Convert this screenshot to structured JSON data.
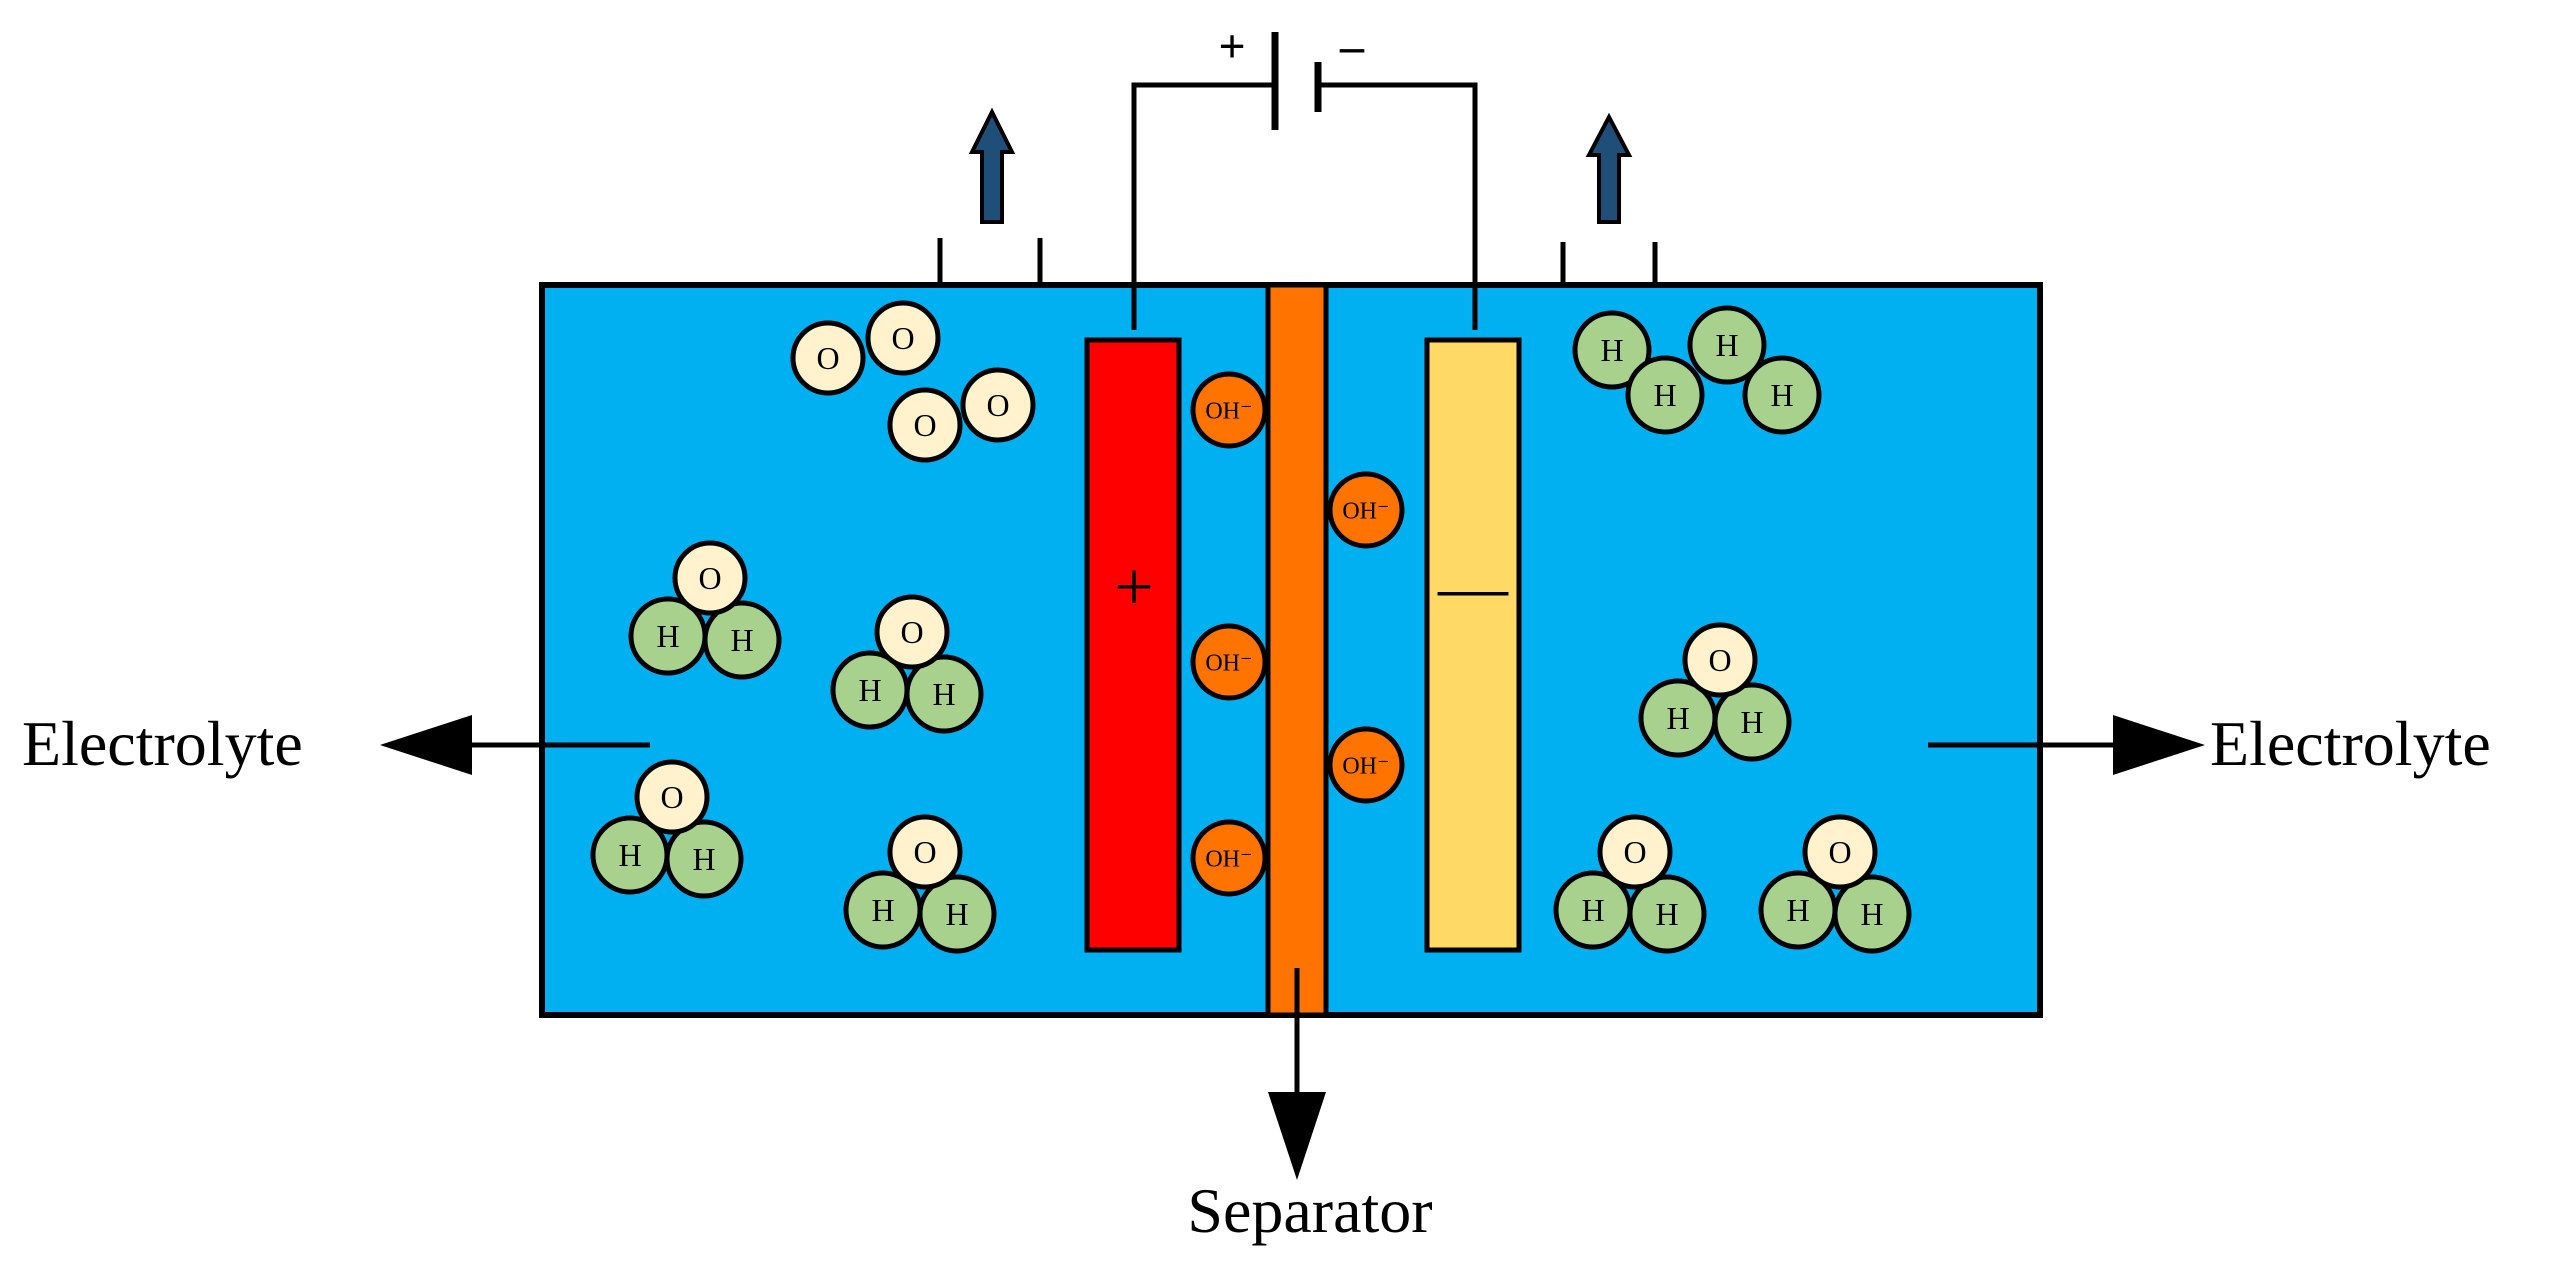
{
  "labels": {
    "electrolyte_left": "Electrolyte",
    "electrolyte_right": "Electrolyte",
    "separator": "Separator",
    "battery_plus": "+",
    "battery_minus": "–",
    "anode_sign": "+",
    "cathode_sign": "—"
  },
  "atoms": {
    "oxygen": "O",
    "hydrogen": "H",
    "hydroxide": "OH⁻"
  },
  "colors": {
    "electrolyte": "#00B0F0",
    "separator": "#FF7300",
    "anode": "#FF0000",
    "cathode": "#FFD966",
    "oxygen_atom": "#FFF2CC",
    "hydrogen_atom": "#A9D18E",
    "hydroxide_ion": "#FF7300",
    "gas_arrow": "#1F4E79",
    "outline": "#000000"
  }
}
